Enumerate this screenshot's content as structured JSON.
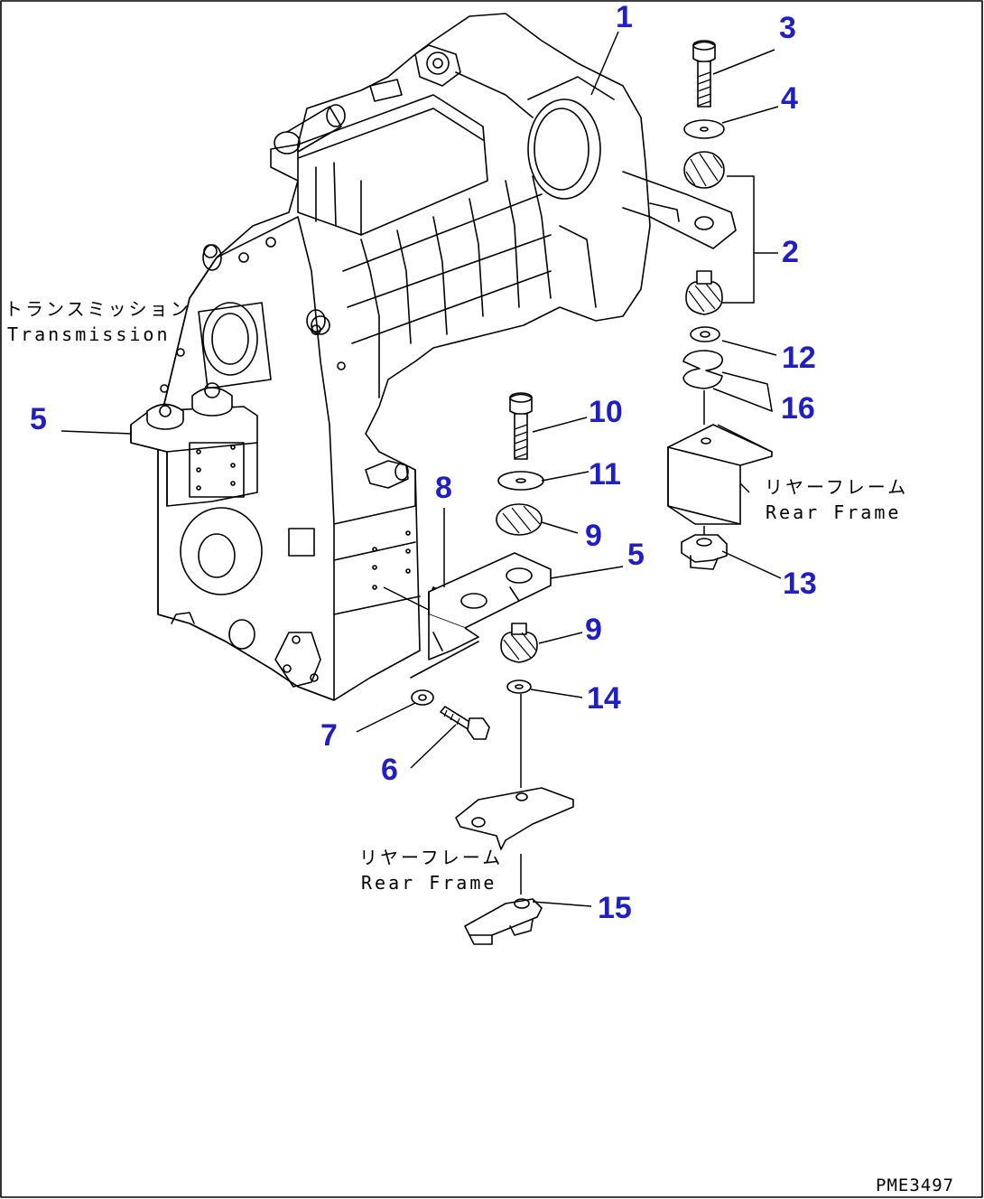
{
  "diagram": {
    "labels": {
      "transmission_jp": "トランスミッション",
      "transmission_en": "Transmission",
      "rear_frame_jp": "リヤーフレーム",
      "rear_frame_en": "Rear Frame"
    },
    "drawing_id": "PME3497",
    "callouts": [
      "1",
      "2",
      "3",
      "4",
      "5",
      "5",
      "6",
      "7",
      "8",
      "9",
      "9",
      "10",
      "11",
      "12",
      "13",
      "14",
      "15",
      "16"
    ],
    "accent_color": "#1f1fc4"
  }
}
